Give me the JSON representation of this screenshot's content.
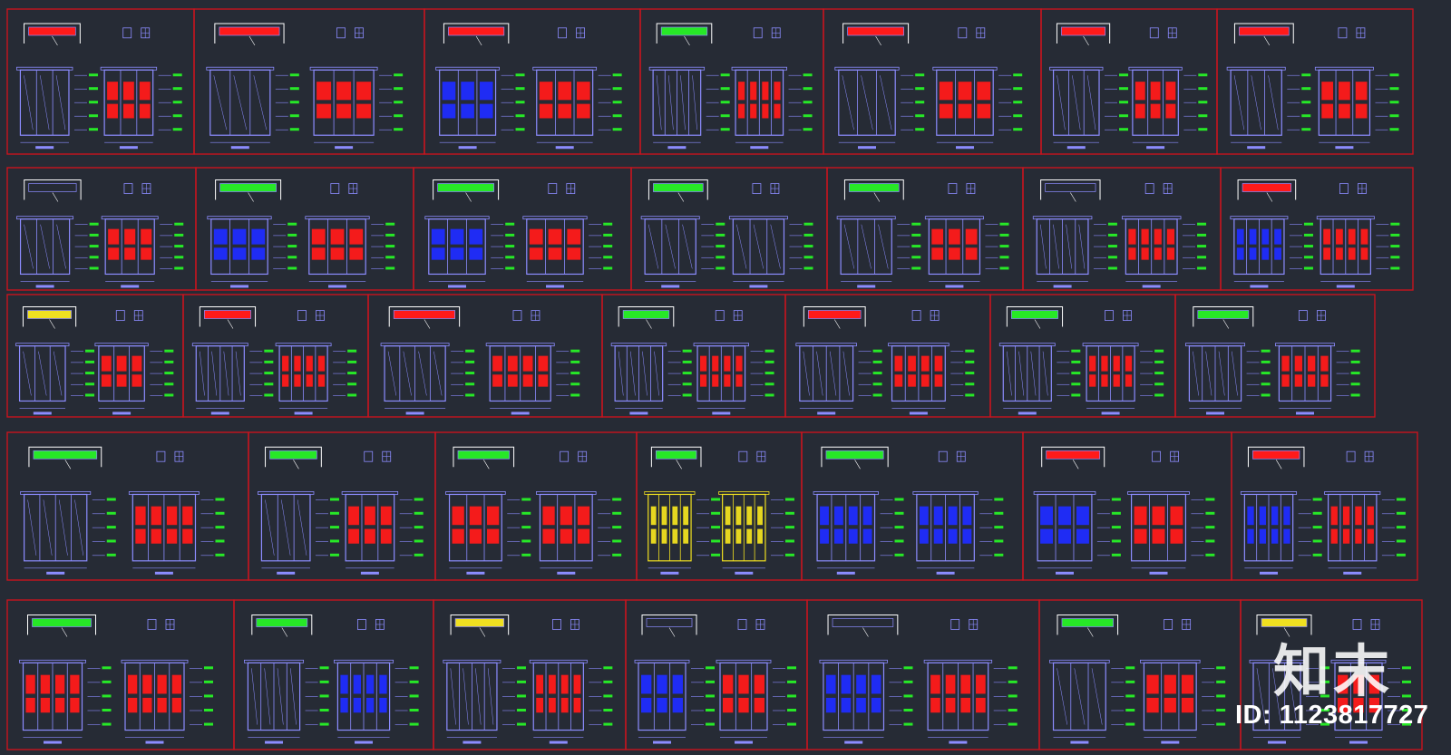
{
  "title": "",
  "colors": {
    "background": "#262b35",
    "frame": "#c8141e",
    "outline": "#8c8cff",
    "fill_red": "#ff1a1a",
    "fill_blue": "#1f2cff",
    "dim_green": "#27e827",
    "yellow": "#f0e020",
    "white": "#ffffff"
  },
  "rows": [
    {
      "panels": [
        {
          "left": "outline",
          "right": "red",
          "plan": "red"
        },
        {
          "left": "outline",
          "right": "red",
          "plan": "red"
        },
        {
          "left": "outline-blue",
          "right": "red",
          "plan": "red"
        },
        {
          "left": "outline",
          "right": "red",
          "plan": "green"
        },
        {
          "left": "outline",
          "right": "red",
          "plan": "red"
        },
        {
          "left": "outline",
          "right": "red",
          "plan": "red"
        },
        {
          "left": "outline",
          "right": "red",
          "plan": "red"
        }
      ]
    },
    {
      "panels": [
        {
          "left": "outline",
          "right": "red",
          "plan": "outline"
        },
        {
          "left": "blue",
          "right": "red",
          "plan": "green"
        },
        {
          "left": "blue",
          "right": "red",
          "plan": "green"
        },
        {
          "left": "outline",
          "right": "outline",
          "plan": "green"
        },
        {
          "left": "outline",
          "right": "red",
          "plan": "green"
        },
        {
          "left": "outline",
          "right": "red",
          "plan": "outline"
        },
        {
          "left": "blue",
          "right": "red",
          "plan": "red"
        }
      ]
    },
    {
      "panels": [
        {
          "left": "outline",
          "right": "red",
          "plan": "yellow"
        },
        {
          "left": "outline",
          "right": "red",
          "plan": "red"
        },
        {
          "left": "outline",
          "right": "red",
          "plan": "red"
        },
        {
          "left": "outline",
          "right": "red",
          "plan": "green"
        },
        {
          "left": "outline",
          "right": "red",
          "plan": "red"
        },
        {
          "left": "outline",
          "right": "red",
          "plan": "green"
        },
        {
          "left": "outline",
          "right": "red",
          "plan": "green"
        }
      ]
    },
    {
      "panels": [
        {
          "left": "outline",
          "right": "red",
          "plan": "green"
        },
        {
          "left": "outline",
          "right": "red",
          "plan": "green"
        },
        {
          "left": "red",
          "right": "red",
          "plan": "green"
        },
        {
          "left": "yellow",
          "right": "yellow",
          "plan": "green"
        },
        {
          "left": "blue",
          "right": "blue",
          "plan": "green"
        },
        {
          "left": "blue",
          "right": "red",
          "plan": "red"
        },
        {
          "left": "blue",
          "right": "red",
          "plan": "red"
        }
      ]
    },
    {
      "panels": [
        {
          "left": "red",
          "right": "red",
          "plan": "green"
        },
        {
          "left": "outline",
          "right": "blue",
          "plan": "green"
        },
        {
          "left": "outline",
          "right": "red",
          "plan": "yellow"
        },
        {
          "left": "blue",
          "right": "red",
          "plan": "outline"
        },
        {
          "left": "blue",
          "right": "red",
          "plan": "outline"
        },
        {
          "left": "outline",
          "right": "red",
          "plan": "green"
        },
        {
          "left": "outline",
          "right": "red",
          "plan": "yellow"
        }
      ]
    }
  ],
  "watermark": {
    "logo_text": "知末",
    "id_text": "ID: 1123817727"
  }
}
